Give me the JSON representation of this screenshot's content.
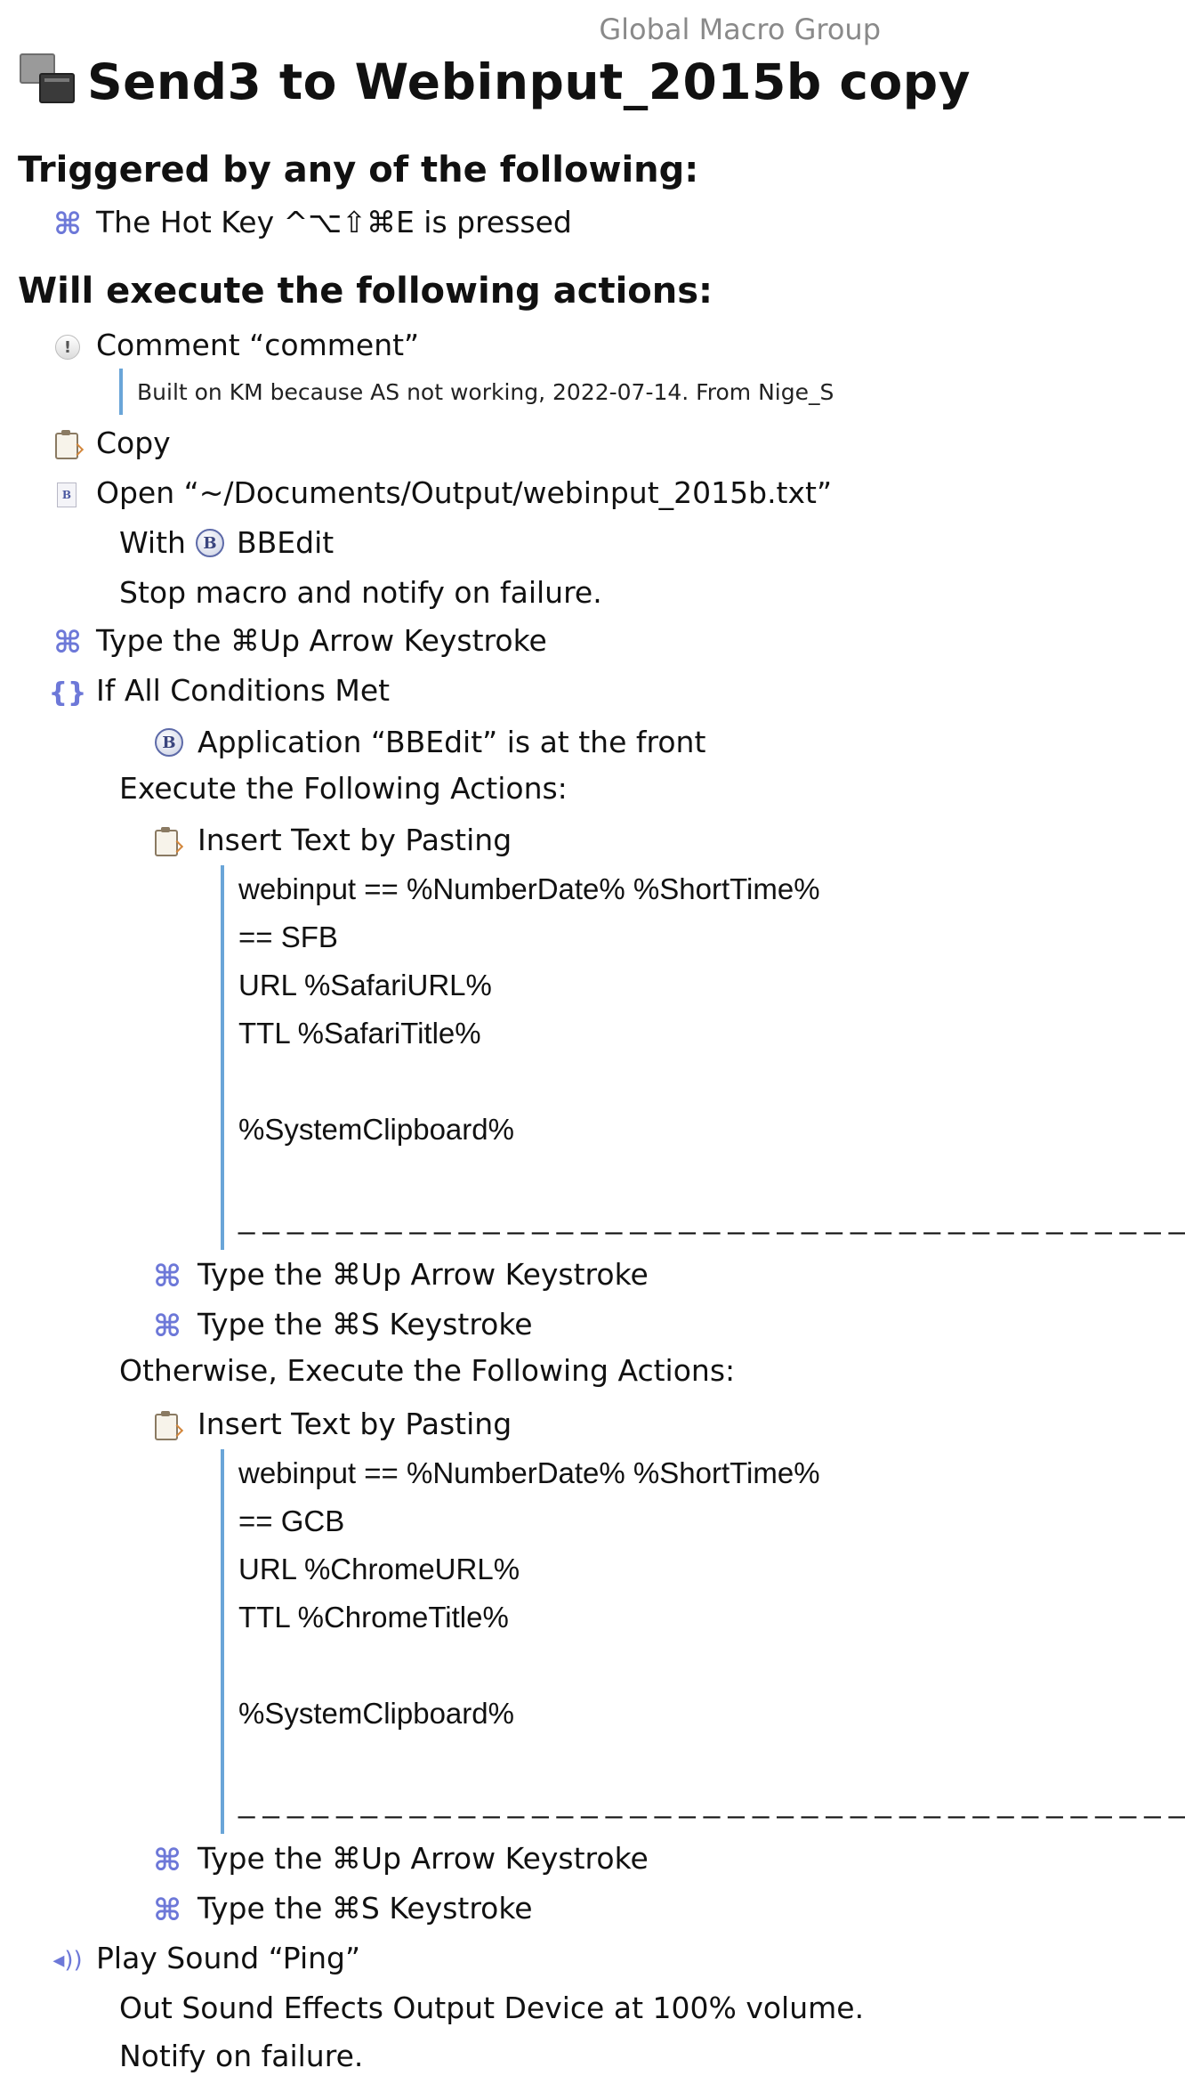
{
  "macro": {
    "group_name": "Global Macro Group",
    "title": "Send3 to Webinput_2015b copy",
    "icon": "macro-windows-icon"
  },
  "triggers": {
    "heading": "Triggered by any of the following:",
    "items": [
      {
        "icon": "command-key-icon",
        "text": "The Hot Key ^⌥⇧⌘E is pressed"
      }
    ]
  },
  "actions": {
    "heading": "Will execute the following actions:",
    "comment": {
      "icon": "comment-exclamation-icon",
      "title": "Comment “comment”",
      "body": "Built on KM because AS not working, 2022-07-14. From Nige_S"
    },
    "copy": {
      "icon": "clipboard-icon",
      "text": "Copy"
    },
    "open": {
      "icon": "document-icon",
      "text": "Open “~/Documents/Output/webinput_2015b.txt”",
      "with_label": "With",
      "app_icon": "bbedit-icon",
      "app_name": "BBEdit",
      "failure": "Stop macro and notify on failure."
    },
    "type_up_arrow": {
      "icon": "command-key-icon",
      "text": "Type the ⌘Up Arrow Keystroke"
    },
    "if_block": {
      "icon": "braces-icon",
      "text": "If All Conditions Met",
      "condition": {
        "icon": "bbedit-icon",
        "text": "Application “BBEdit” is at the front"
      },
      "then_label": "Execute the Following Actions:",
      "then_actions": {
        "insert": {
          "icon": "clipboard-icon",
          "text": "Insert Text by Pasting",
          "lines": [
            "webinput == %NumberDate% %ShortTime%",
            "== SFB",
            "URL %SafariURL%",
            "TTL %SafariTitle%",
            "",
            "%SystemClipboard%",
            "",
            "_ _ _ _ _ _ _ _ _ _ _ _ _ _ _ _ _ _ _ _ _ _ _ _ _ _ _ _ _ _ _ _ _ _ _ _ _ _ _"
          ]
        },
        "type1": {
          "icon": "command-key-icon",
          "text": "Type the ⌘Up Arrow Keystroke"
        },
        "type2": {
          "icon": "command-key-icon",
          "text": "Type the ⌘S Keystroke"
        }
      },
      "else_label": "Otherwise, Execute the Following Actions:",
      "else_actions": {
        "insert": {
          "icon": "clipboard-icon",
          "text": "Insert Text by Pasting",
          "lines": [
            "webinput == %NumberDate% %ShortTime%",
            "== GCB",
            "URL %ChromeURL%",
            "TTL %ChromeTitle%",
            "",
            "%SystemClipboard%",
            "",
            "_ _ _ _ _ _ _ _ _ _ _ _ _ _ _ _ _ _ _ _ _ _ _ _ _ _ _ _ _ _ _ _ _ _ _ _ _ _ _"
          ]
        },
        "type1": {
          "icon": "command-key-icon",
          "text": "Type the ⌘Up Arrow Keystroke"
        },
        "type2": {
          "icon": "command-key-icon",
          "text": "Type the ⌘S Keystroke"
        }
      }
    },
    "play_sound": {
      "icon": "speaker-icon",
      "text": "Play Sound “Ping”",
      "detail1": "Out Sound Effects Output Device at 100% volume.",
      "detail2": "Notify on failure."
    }
  },
  "colors": {
    "accent": "#6d78d8",
    "bar": "#6aa5d8",
    "group_text": "#8a8a8a"
  }
}
